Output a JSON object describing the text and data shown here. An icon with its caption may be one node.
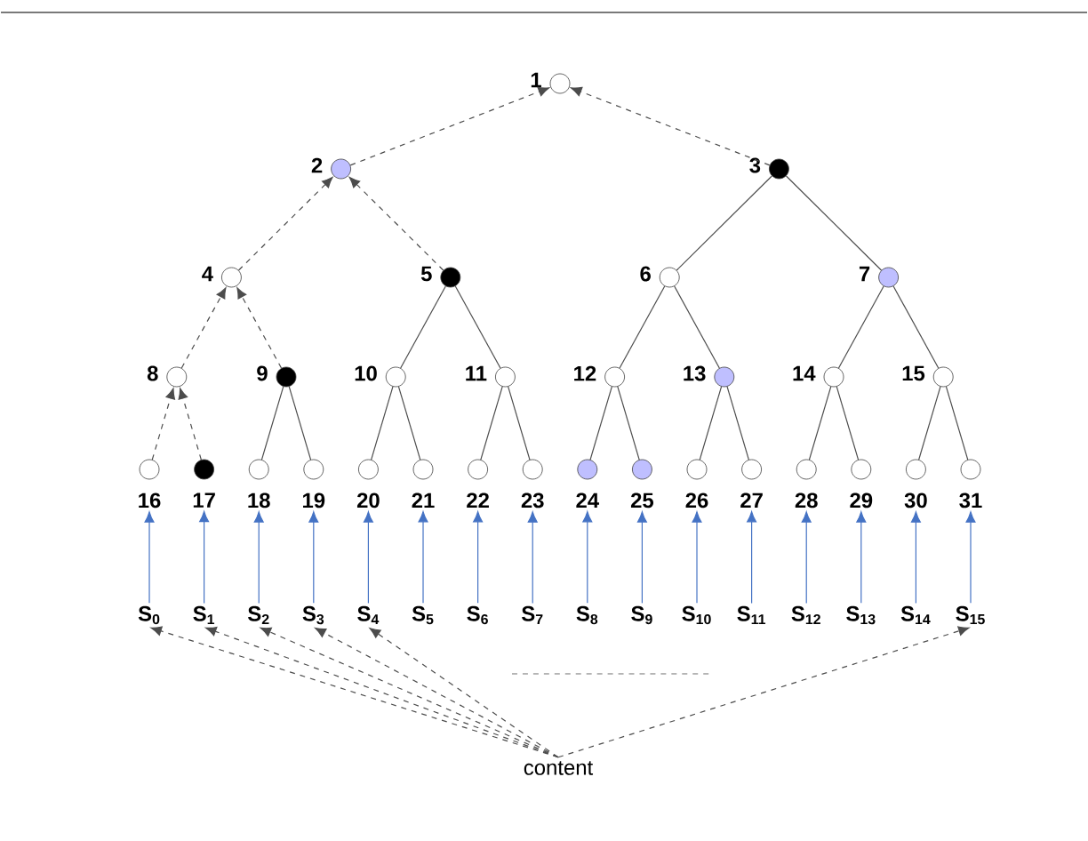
{
  "diagram": {
    "nodes": [
      {
        "text": [
          "1"
        ]
      },
      {
        "text": [
          "2"
        ]
      },
      {
        "text": [
          "3"
        ]
      },
      {
        "text": [
          "4"
        ]
      },
      {
        "text": [
          "5"
        ]
      },
      {
        "text": [
          "6"
        ]
      },
      {
        "text": [
          "7"
        ]
      },
      {
        "text": [
          "8"
        ]
      },
      {
        "text": [
          "9"
        ]
      },
      {
        "text": [
          "10"
        ]
      },
      {
        "text": [
          "11"
        ]
      },
      {
        "text": [
          "12"
        ]
      },
      {
        "text": [
          "13"
        ]
      },
      {
        "text": [
          "14"
        ]
      },
      {
        "text": [
          "15"
        ]
      },
      {
        "text": [
          "16"
        ]
      },
      {
        "text": [
          "17"
        ]
      },
      {
        "text": [
          "18"
        ]
      },
      {
        "text": [
          "19"
        ]
      },
      {
        "text": [
          "20"
        ]
      },
      {
        "text": [
          "21"
        ]
      },
      {
        "text": [
          "22"
        ]
      },
      {
        "text": [
          "23"
        ]
      },
      {
        "text": [
          "24"
        ]
      },
      {
        "text": [
          "25"
        ]
      },
      {
        "text": [
          "26"
        ]
      },
      {
        "text": [
          "27"
        ]
      },
      {
        "text": [
          "28"
        ]
      },
      {
        "text": [
          "29"
        ]
      },
      {
        "text": [
          "30"
        ]
      },
      {
        "text": [
          "31"
        ]
      },
      {
        "text": [
          "S$_{0}$"
        ]
      },
      {
        "text": [
          "S$_{1}$"
        ]
      },
      {
        "text": [
          "S$_{2}$"
        ]
      },
      {
        "text": [
          "S$_{3}$"
        ]
      },
      {
        "text": [
          "S$_{4}$"
        ]
      },
      {
        "text": [
          "S$_{5}$"
        ]
      },
      {
        "text": [
          "S$_{6}$"
        ]
      },
      {
        "text": [
          "S$_{7}$"
        ]
      },
      {
        "text": [
          "S$_{8}$"
        ]
      },
      {
        "text": [
          "S$_{9}$"
        ]
      },
      {
        "text": [
          "S$_{10}$"
        ]
      },
      {
        "text": [
          "S$_{11}$"
        ]
      },
      {
        "text": [
          "S$_{12}$"
        ]
      },
      {
        "text": [
          "S$_{13}$"
        ]
      },
      {
        "text": [
          "S$_{14}$"
        ]
      },
      {
        "text": [
          "S$_{15}$"
        ]
      },
      {
        "text": [
          "content"
        ]
      }
    ],
    "edges": [
      {
        "from": 1,
        "to": 0,
        "arrow": "to",
        "style": "dashed"
      },
      {
        "from": 2,
        "to": 0,
        "arrow": "to",
        "style": "dashed"
      },
      {
        "from": 3,
        "to": 1,
        "arrow": "to",
        "style": "dashed"
      },
      {
        "from": 4,
        "to": 1,
        "arrow": "to",
        "style": "dashed"
      },
      {
        "from": 2,
        "to": 5,
        "arrow": "none"
      },
      {
        "from": 2,
        "to": 6,
        "arrow": "none"
      },
      {
        "from": 7,
        "to": 3,
        "arrow": "to",
        "style": "dashed"
      },
      {
        "from": 8,
        "to": 3,
        "arrow": "to",
        "style": "dashed"
      },
      {
        "from": 4,
        "to": 9,
        "arrow": "none"
      },
      {
        "from": 4,
        "to": 10,
        "arrow": "none"
      },
      {
        "from": 5,
        "to": 11,
        "arrow": "none"
      },
      {
        "from": 5,
        "to": 12,
        "arrow": "none"
      },
      {
        "from": 6,
        "to": 13,
        "arrow": "none"
      },
      {
        "from": 6,
        "to": 14,
        "arrow": "none"
      },
      {
        "from": 15,
        "to": 7,
        "arrow": "to",
        "style": "dashed"
      },
      {
        "from": 16,
        "to": 7,
        "arrow": "to",
        "style": "dashed"
      },
      {
        "from": 8,
        "to": 17,
        "arrow": "none"
      },
      {
        "from": 8,
        "to": 18,
        "arrow": "none"
      },
      {
        "from": 9,
        "to": 19,
        "arrow": "none"
      },
      {
        "from": 9,
        "to": 20,
        "arrow": "none"
      },
      {
        "from": 10,
        "to": 21,
        "arrow": "none"
      },
      {
        "from": 10,
        "to": 22,
        "arrow": "none"
      },
      {
        "from": 11,
        "to": 23,
        "arrow": "none"
      },
      {
        "from": 11,
        "to": 24,
        "arrow": "none"
      },
      {
        "from": 12,
        "to": 25,
        "arrow": "none"
      },
      {
        "from": 12,
        "to": 26,
        "arrow": "none"
      },
      {
        "from": 13,
        "to": 27,
        "arrow": "none"
      },
      {
        "from": 13,
        "to": 28,
        "arrow": "none"
      },
      {
        "from": 14,
        "to": 29,
        "arrow": "none"
      },
      {
        "from": 14,
        "to": 30,
        "arrow": "none"
      },
      {
        "from": 31,
        "to": 15,
        "arrow": "to",
        "color": "#4472c4"
      },
      {
        "from": 32,
        "to": 16,
        "arrow": "to",
        "color": "#4472c4"
      },
      {
        "from": 33,
        "to": 17,
        "arrow": "to",
        "color": "#4472c4"
      },
      {
        "from": 34,
        "to": 18,
        "arrow": "to",
        "color": "#4472c4"
      },
      {
        "from": 35,
        "to": 19,
        "arrow": "to",
        "color": "#4472c4"
      },
      {
        "from": 36,
        "to": 20,
        "arrow": "to",
        "color": "#4472c4"
      },
      {
        "from": 37,
        "to": 21,
        "arrow": "to",
        "color": "#4472c4"
      },
      {
        "from": 38,
        "to": 22,
        "arrow": "to",
        "color": "#4472c4"
      },
      {
        "from": 39,
        "to": 23,
        "arrow": "to",
        "color": "#4472c4"
      },
      {
        "from": 40,
        "to": 24,
        "arrow": "to",
        "color": "#4472c4"
      },
      {
        "from": 41,
        "to": 25,
        "arrow": "to",
        "color": "#4472c4"
      },
      {
        "from": 42,
        "to": 26,
        "arrow": "to",
        "color": "#4472c4"
      },
      {
        "from": 43,
        "to": 27,
        "arrow": "to",
        "color": "#4472c4"
      },
      {
        "from": 44,
        "to": 28,
        "arrow": "to",
        "color": "#4472c4"
      },
      {
        "from": 45,
        "to": 29,
        "arrow": "to",
        "color": "#4472c4"
      },
      {
        "from": 46,
        "to": 30,
        "arrow": "to",
        "color": "#4472c4"
      },
      {
        "from": 47,
        "to": 31,
        "arrow": "to",
        "style": "dashed"
      },
      {
        "from": 47,
        "to": 32,
        "arrow": "to",
        "style": "dashed"
      },
      {
        "from": 47,
        "to": 33,
        "arrow": "to",
        "style": "dashed"
      },
      {
        "from": 47,
        "to": 34,
        "arrow": "to",
        "style": "dashed"
      },
      {
        "from": 47,
        "to": 35,
        "arrow": "to",
        "style": "dashed"
      },
      {
        "from": 47,
        "to": 46,
        "arrow": "to",
        "style": "dashed"
      }
    ]
  }
}
